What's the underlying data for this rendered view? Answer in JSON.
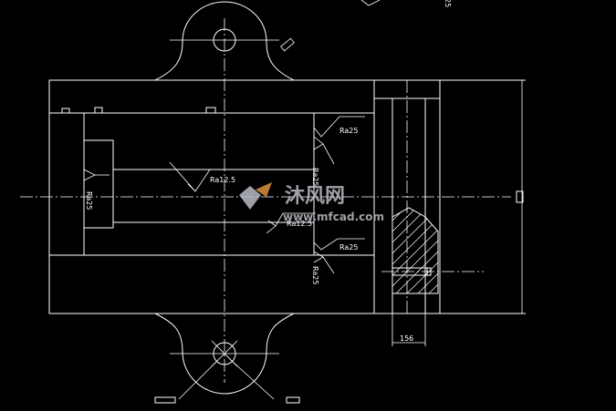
{
  "drawing": {
    "roughness_labels": {
      "top_right": "Ra25",
      "vertical_mid": "Ra25",
      "middle_upper": "Ra12.5",
      "left_vertical": "Ra25",
      "middle_lower": "Ra12.5",
      "right_lower": "Ra25",
      "vertical_lower": "Ra25",
      "top_corner": "25"
    },
    "dimension_label": "156"
  },
  "watermark": {
    "brand_cn": "沐风网",
    "site": "www.mfcad.com"
  }
}
